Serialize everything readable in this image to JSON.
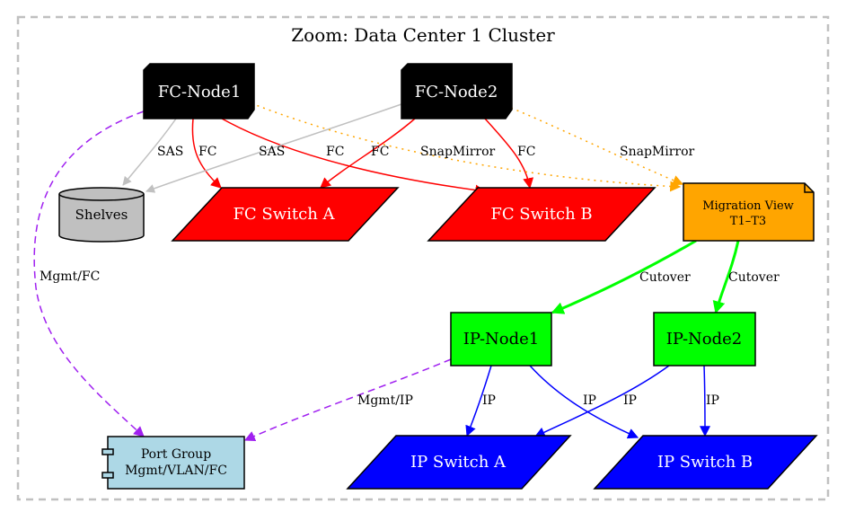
{
  "cluster": {
    "title": "Zoom: Data Center 1 Cluster"
  },
  "nodes": {
    "fc_node1": "FC-Node1",
    "fc_node2": "FC-Node2",
    "shelves": "Shelves",
    "fc_switch_a": "FC Switch A",
    "fc_switch_b": "FC Switch B",
    "migration_view": [
      "Migration View",
      "T1–T3"
    ],
    "ip_node1": "IP-Node1",
    "ip_node2": "IP-Node2",
    "port_group": [
      "Port Group",
      "Mgmt/VLAN/FC"
    ],
    "ip_switch_a": "IP Switch A",
    "ip_switch_b": "IP Switch B"
  },
  "edge_labels": {
    "fc1_shelves": "SAS",
    "fc1_fca": "FC",
    "fc1_fcb": "FC",
    "fc2_shelves": "SAS",
    "fc2_fca": "FC",
    "fc2_fcb": "FC",
    "fc1_migration": "SnapMirror",
    "fc2_migration": "SnapMirror",
    "fc1_portgroup": "Mgmt/FC",
    "migration_ip1": "Cutover",
    "migration_ip2": "Cutover",
    "ip1_portgroup": "Mgmt/IP",
    "ip1_ipa": "IP",
    "ip1_ipb": "IP",
    "ip2_ipa": "IP",
    "ip2_ipb": "IP"
  },
  "colors": {
    "sas": "#c0c0c0",
    "fc": "#ff0000",
    "snapmirror": "#ffa500",
    "mgmt": "#a020f0",
    "cutover": "#00ff00",
    "ip": "#0000ff",
    "cluster_border": "#c0c0c0"
  }
}
